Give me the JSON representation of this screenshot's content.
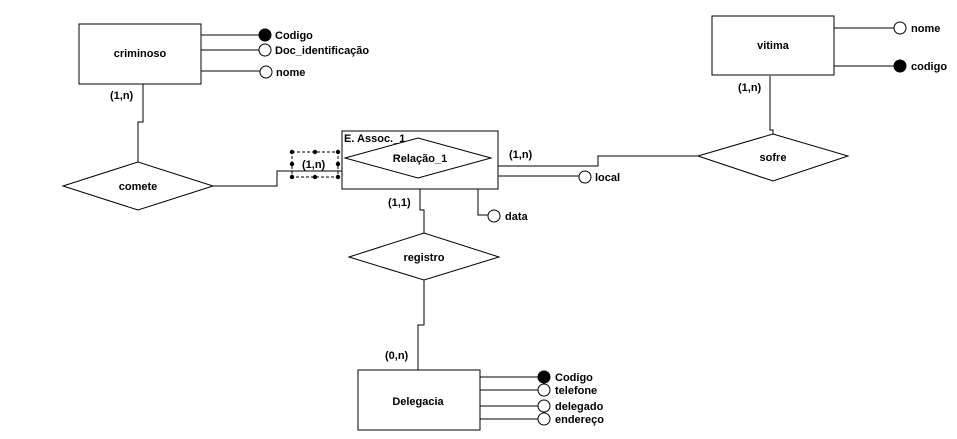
{
  "entities": {
    "criminoso": {
      "name": "criminoso",
      "attrs": [
        "Codigo",
        "Doc_identificação",
        "nome"
      ],
      "card": "(1,n)"
    },
    "vitima": {
      "name": "vitima",
      "attrs": [
        "nome",
        "codigo"
      ],
      "card": "(1,n)"
    },
    "assoc": {
      "title": "E. Assoc._1",
      "relation": "Relação_1",
      "card_left": "(1,n)",
      "card_right": "(1,n)",
      "card_bottom": "(1,1)",
      "attrs": [
        "local",
        "data"
      ]
    },
    "delegacia": {
      "name": "Delegacia",
      "attrs": [
        "Codigo",
        "telefone",
        "delegado",
        "endereço"
      ],
      "card": "(0,n)"
    }
  },
  "relationships": {
    "comete": "comete",
    "sofre": "sofre",
    "registro": "registro"
  }
}
